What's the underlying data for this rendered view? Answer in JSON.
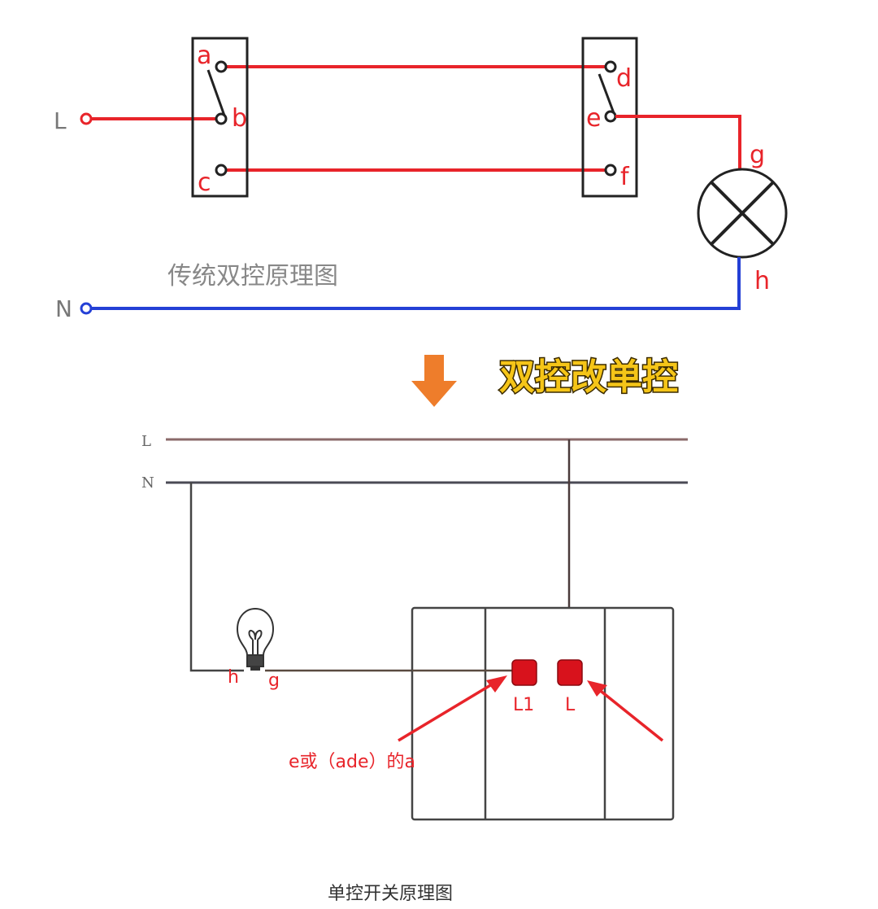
{
  "colors": {
    "live_wire": "#e8242a",
    "neutral_wire": "#2440d6",
    "frame": "#222222",
    "arrow_orange": "#ee7d2b",
    "headline_fill": "#f5c518",
    "terminal_red": "#d8121c"
  },
  "top_diagram": {
    "caption": "传统双控原理图",
    "line_L_label": "L",
    "line_N_label": "N",
    "switch1": {
      "terminals": [
        "a",
        "b",
        "c"
      ]
    },
    "switch2": {
      "terminals": [
        "d",
        "e",
        "f"
      ]
    },
    "lamp": {
      "top_label": "g",
      "bottom_label": "h"
    }
  },
  "transition": {
    "arrow_icon": "down-arrow-icon",
    "headline": "双控改单控"
  },
  "bottom_diagram": {
    "line_L_label": "L",
    "line_N_label": "N",
    "bulb_left_label": "h",
    "bulb_right_label": "g",
    "terminal_1_label": "L1",
    "terminal_2_label": "L",
    "annotation": "e或（ade）的a",
    "caption": "单控开关原理图"
  }
}
